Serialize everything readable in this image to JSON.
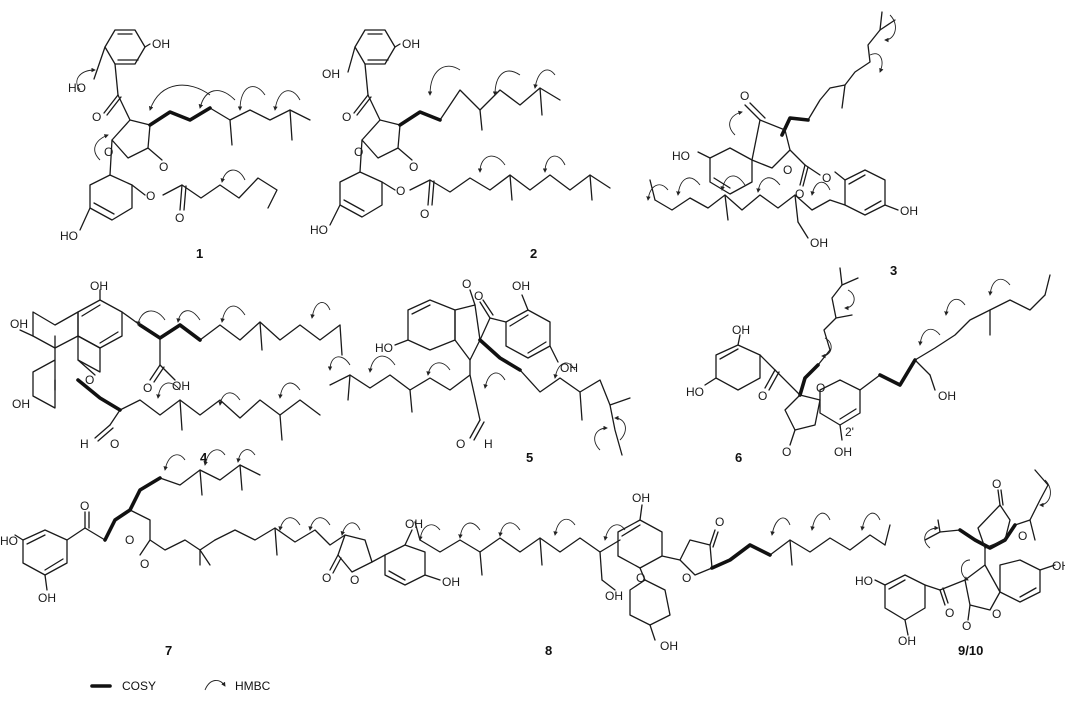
{
  "compounds": [
    "1",
    "2",
    "3",
    "4",
    "5",
    "6",
    "7",
    "8",
    "9/10"
  ],
  "atoms": {
    "oh": "OH",
    "ho": "HO",
    "o": "O",
    "h": "H",
    "position_2prime": "2'"
  },
  "legend": {
    "cosy_label": "COSY",
    "hmbc_label": "HMBC"
  }
}
